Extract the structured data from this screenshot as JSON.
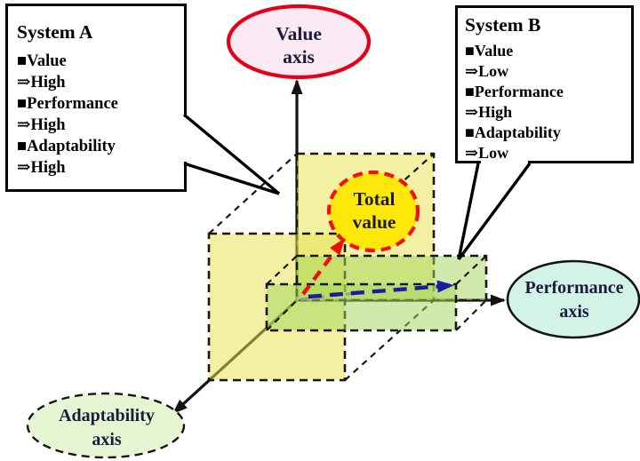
{
  "colors": {
    "background": "#ffffff",
    "label_text": "#1b1b3a",
    "axis": "#131313",
    "system_a_box3d_fill": "#e8e34f",
    "system_b_box3d_fill": "#a6d75e",
    "arrow_total_value": "#e81212",
    "arrow_performance": "#1b1b9e",
    "arrow_shadow": "#9b9b9b"
  },
  "callout_a": {
    "title": "System A",
    "lines": [
      "■Value",
      "⇒High",
      "■Performance",
      "⇒High",
      "■Adaptability",
      "⇒High"
    ]
  },
  "callout_b": {
    "title": "System B",
    "lines": [
      "■Value",
      "⇒Low",
      "■Performance",
      "⇒High",
      "■Adaptability",
      "⇒Low"
    ]
  },
  "labels": {
    "value_axis": {
      "line1": "Value",
      "line2": "axis",
      "fill": "#fbe9f3",
      "stroke": "#e60014"
    },
    "total_value": {
      "line1": "Total",
      "line2": "value",
      "fill": "#ffe70a",
      "stroke": "#ee1111"
    },
    "performance_axis": {
      "line1": "Performance",
      "line2": "axis",
      "fill": "#d2f3e6",
      "stroke": "#141414"
    },
    "adaptability_axis": {
      "line1": "Adaptability",
      "line2": "axis",
      "fill": "#e7f6d2",
      "stroke": "#141414"
    }
  }
}
